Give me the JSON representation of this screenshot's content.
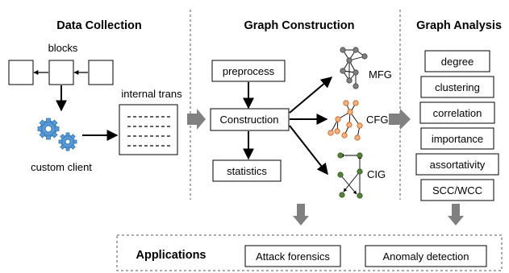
{
  "sections": {
    "collection": "Data Collection",
    "construction": "Graph Construction",
    "analysis": "Graph Analysis",
    "applications": "Applications"
  },
  "collection": {
    "blocks": "blocks",
    "internal_trans": "internal trans",
    "custom_client": "custom client"
  },
  "construction": {
    "preprocess": "preprocess",
    "construction": "Construction",
    "statistics": "statistics"
  },
  "graphs": {
    "mfg": "MFG",
    "cfg": "CFG",
    "cig": "CIG"
  },
  "analysis": [
    "degree",
    "clustering",
    "correlation",
    "importance",
    "assortativity",
    "SCC/WCC"
  ],
  "applications": [
    "Attack forensics",
    "Anomaly detection"
  ],
  "colors": {
    "mfg_node": "#7f7f7f",
    "cfg_node": "#f4b183",
    "cig_node": "#548235",
    "gear": "#5b9bd5",
    "block_arrow": "#808080"
  }
}
